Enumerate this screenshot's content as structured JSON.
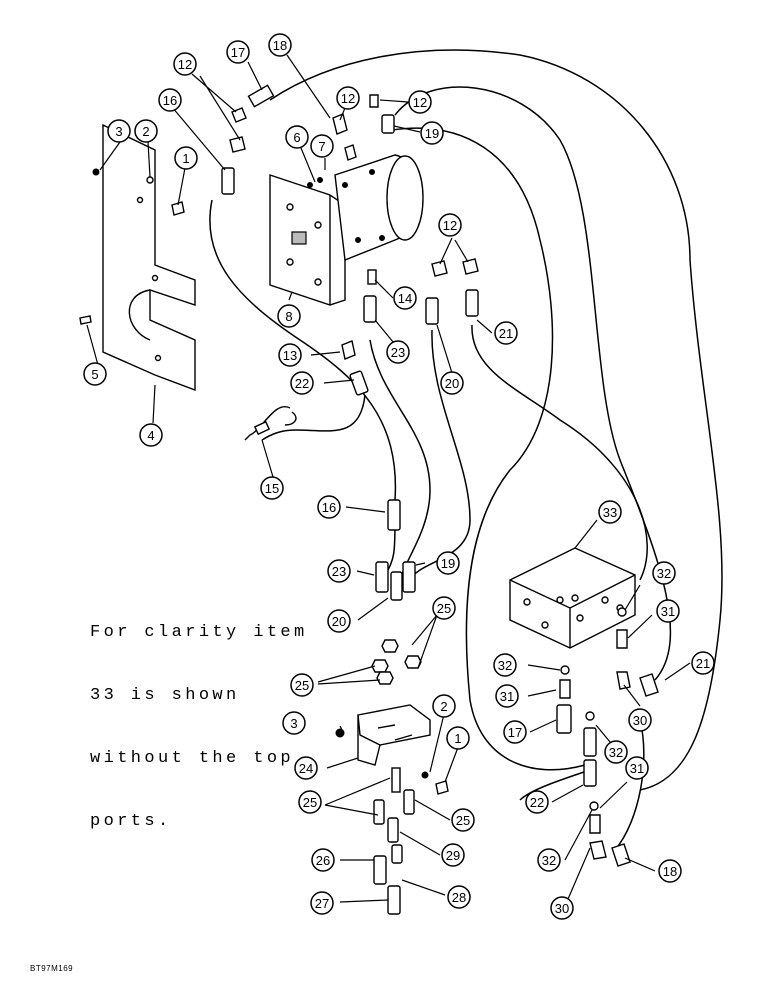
{
  "note": {
    "lines": [
      "For clarity item",
      "33 is shown",
      "without the top",
      "ports."
    ]
  },
  "figure_code": "BT97M169",
  "callouts": [
    {
      "label": "17"
    },
    {
      "label": "18"
    },
    {
      "label": "12"
    },
    {
      "label": "12"
    },
    {
      "label": "12"
    },
    {
      "label": "16"
    },
    {
      "label": "3"
    },
    {
      "label": "2"
    },
    {
      "label": "1"
    },
    {
      "label": "6"
    },
    {
      "label": "7"
    },
    {
      "label": "19"
    },
    {
      "label": "12"
    },
    {
      "label": "14"
    },
    {
      "label": "23"
    },
    {
      "label": "21"
    },
    {
      "label": "20"
    },
    {
      "label": "8"
    },
    {
      "label": "5"
    },
    {
      "label": "4"
    },
    {
      "label": "13"
    },
    {
      "label": "22"
    },
    {
      "label": "15"
    },
    {
      "label": "16"
    },
    {
      "label": "33"
    },
    {
      "label": "23"
    },
    {
      "label": "19"
    },
    {
      "label": "32"
    },
    {
      "label": "31"
    },
    {
      "label": "20"
    },
    {
      "label": "25"
    },
    {
      "label": "25"
    },
    {
      "label": "32"
    },
    {
      "label": "31"
    },
    {
      "label": "21"
    },
    {
      "label": "30"
    },
    {
      "label": "17"
    },
    {
      "label": "32"
    },
    {
      "label": "3"
    },
    {
      "label": "2"
    },
    {
      "label": "1"
    },
    {
      "label": "24"
    },
    {
      "label": "22"
    },
    {
      "label": "31"
    },
    {
      "label": "25"
    },
    {
      "label": "25"
    },
    {
      "label": "29"
    },
    {
      "label": "32"
    },
    {
      "label": "26"
    },
    {
      "label": "28"
    },
    {
      "label": "18"
    },
    {
      "label": "27"
    },
    {
      "label": "30"
    }
  ]
}
